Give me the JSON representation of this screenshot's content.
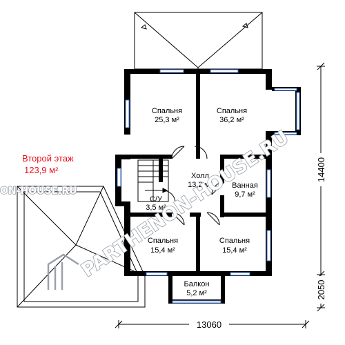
{
  "floor": {
    "title": "Второй этаж",
    "area": "123,9 м²"
  },
  "rooms": [
    {
      "name": "Спальня",
      "area": "25,3 м²"
    },
    {
      "name": "Спальня",
      "area": "36,2 м²"
    },
    {
      "name": "Холл",
      "area": "13,2 м²"
    },
    {
      "name": "Ванная",
      "area": "9,7 м²"
    },
    {
      "name": "С/У",
      "area": "3,5 м²"
    },
    {
      "name": "Спальня",
      "area": "15,4 м²"
    },
    {
      "name": "Спальня",
      "area": "15,4 м²"
    },
    {
      "name": "Балкон",
      "area": "5,2 м²"
    }
  ],
  "dimensions": {
    "width": "13060",
    "height_main": "14400",
    "height_balcony": "2050"
  },
  "watermark": {
    "main": "PARTHENON-HOUSE.RU",
    "side": "ON-HOUSE.RU"
  },
  "colors": {
    "wall": "#000000",
    "window": "#3b6fc9",
    "label_red": "#e8101a",
    "watermark_stroke": "#9aa0a8"
  }
}
